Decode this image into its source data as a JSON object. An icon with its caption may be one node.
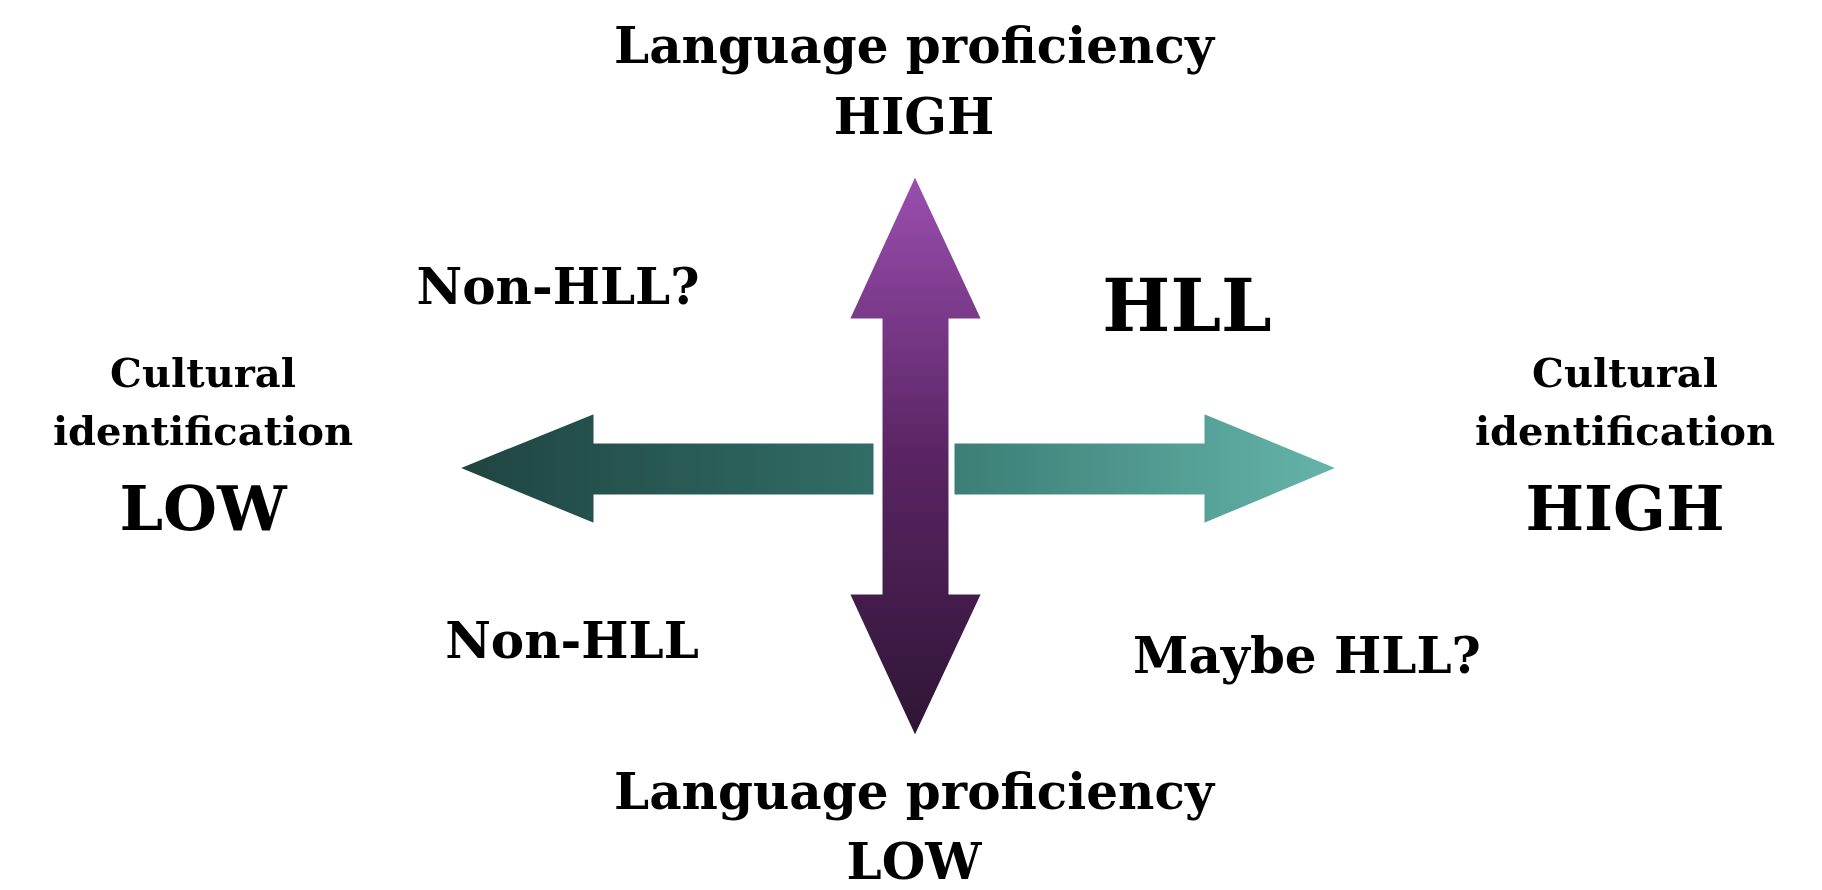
{
  "diagram": {
    "labels": [
      "Language proficiency",
      "HIGH",
      "Non-HLL?",
      "HLL",
      "Cultural identification",
      "LOW",
      "Cultural identification",
      "HIGH",
      "Non-HLL",
      "Maybe HLL?",
      "Language proficiency",
      "LOW"
    ]
  }
}
